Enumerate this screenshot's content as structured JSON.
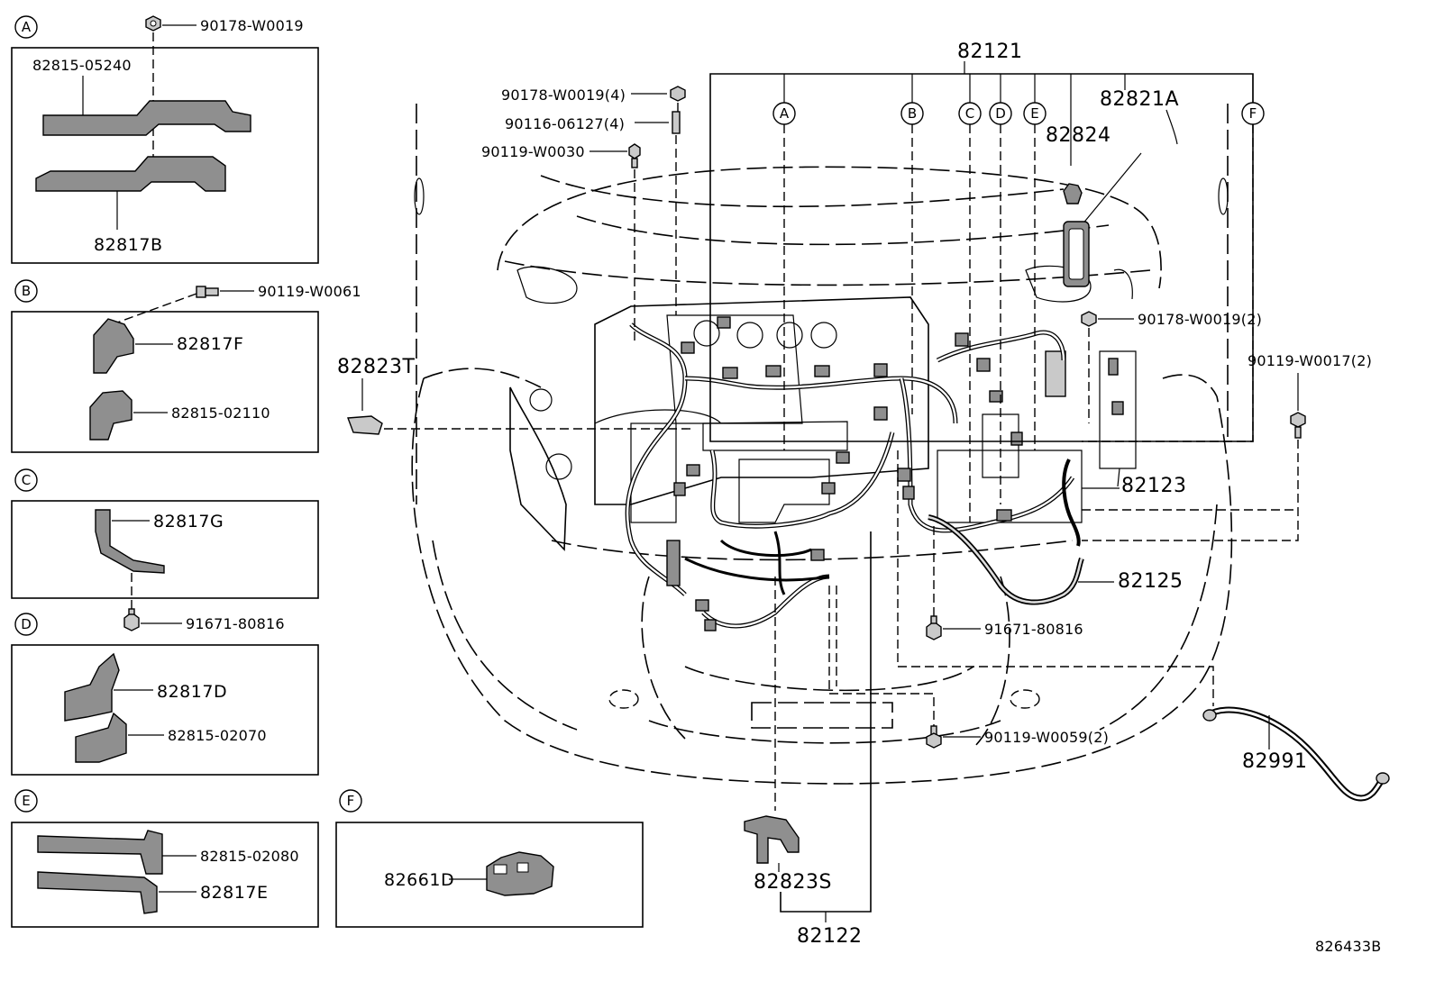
{
  "diagram_id": "826433B",
  "insets": [
    {
      "letter": "A",
      "parts": [
        "90178-W0019",
        "82815-05240",
        "82817B"
      ]
    },
    {
      "letter": "B",
      "parts": [
        "90119-W0061",
        "82817F",
        "82815-02110"
      ]
    },
    {
      "letter": "C",
      "parts": [
        "82817G",
        "91671-80816"
      ]
    },
    {
      "letter": "D",
      "parts": [
        "82817D",
        "82815-02070"
      ]
    },
    {
      "letter": "E",
      "parts": [
        "82815-02080",
        "82817E"
      ]
    },
    {
      "letter": "F",
      "parts": [
        "82661D"
      ]
    }
  ],
  "main_callouts": [
    "A",
    "B",
    "C",
    "D",
    "E",
    "F"
  ],
  "labels": {
    "p82121": "82121",
    "p90178_4": "90178-W0019(4)",
    "p90116": "90116-06127(4)",
    "p90119_w0030": "90119-W0030",
    "p82821A": "82821A",
    "p82824": "82824",
    "p90178_2": "90178-W0019(2)",
    "p90119_w0017": "90119-W0017(2)",
    "p82823T": "82823T",
    "p82123": "82123",
    "p82125": "82125",
    "p91671_main": "91671-80816",
    "p90119_w0059": "90119-W0059(2)",
    "p82991": "82991",
    "p82823S": "82823S",
    "p82122": "82122"
  },
  "icons": [
    "bolt-icon",
    "nut-icon",
    "stud-icon",
    "clip-icon",
    "harness-icon",
    "bracket-icon",
    "protector-icon",
    "connector-icon"
  ]
}
